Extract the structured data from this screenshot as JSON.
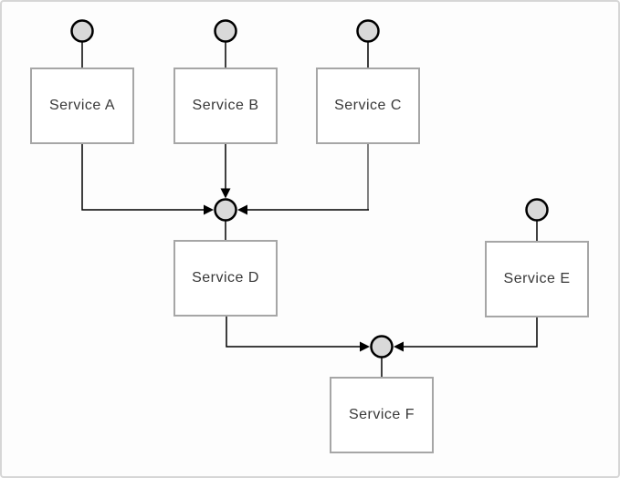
{
  "services": [
    {
      "label": "Service A"
    },
    {
      "label": "Service B"
    },
    {
      "label": "Service C"
    },
    {
      "label": "Service D"
    },
    {
      "label": "Service E"
    },
    {
      "label": "Service F"
    }
  ],
  "colors": {
    "node_border": "#a6a6a6",
    "node_fill": "#ffffff",
    "event_circle_fill": "#d9d9d9",
    "event_circle_stroke": "#000000",
    "connector": "#000000",
    "connector_alt_gray": "#808080",
    "label_text": "#383838",
    "canvas_border": "#d6d6d6",
    "canvas_bg": "#fdfdfd"
  }
}
